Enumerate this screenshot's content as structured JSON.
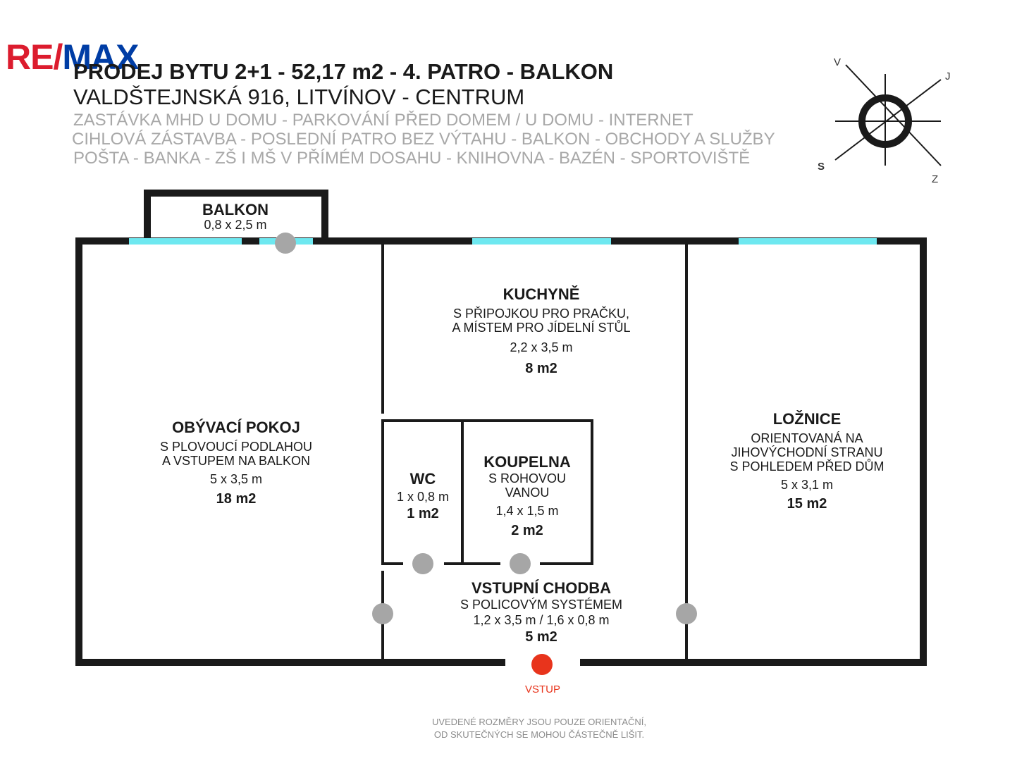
{
  "brand": {
    "logo_text": "RE/MAX",
    "primary_color": "#dc1c2e",
    "secondary_color": "#003da5"
  },
  "header": {
    "title": "PRODEJ BYTU 2+1 - 52,17 m2 - 4. PATRO - BALKON",
    "address": "VALDŠTEJNSKÁ 916, LITVÍNOV - CENTRUM",
    "features": [
      "ZASTÁVKA MHD U DOMU - PARKOVÁNÍ PŘED DOMEM / U DOMU - INTERNET",
      "CIHLOVÁ ZÁSTAVBA - POSLEDNÍ PATRO BEZ VÝTAHU - BALKON - OBCHODY A SLUŽBY",
      "POŠTA - BANKA - ZŠ I MŠ V PŘÍMÉM DOSAHU - KNIHOVNA - BAZÉN - SPORTOVIŠTĚ"
    ]
  },
  "compass": {
    "north": "S",
    "south": "J",
    "east": "V",
    "west": "Z"
  },
  "rooms": {
    "balkon": {
      "name": "BALKON",
      "dims": "0,8 x 2,5 m"
    },
    "kuchyne": {
      "name": "KUCHYNĚ",
      "desc1": "S  PŘIPOJKOU PRO PRAČKU,",
      "desc2": "A MÍSTEM PRO JÍDELNÍ STŮL",
      "dims": "2,2 x 3,5 m",
      "area": "8 m2"
    },
    "obyvaci": {
      "name": "OBÝVACÍ POKOJ",
      "desc1": "S PLOVOUCÍ PODLAHOU",
      "desc2": "A VSTUPEM NA BALKON",
      "dims": "5 x 3,5 m",
      "area": "18 m2"
    },
    "loznice": {
      "name": "LOŽNICE",
      "desc1": "ORIENTOVANÁ NA",
      "desc2": "JIHOVÝCHODNÍ STRANU",
      "desc3": "S POHLEDEM PŘED DŮM",
      "dims": "5 x 3,1 m",
      "area": "15 m2"
    },
    "wc": {
      "name": "WC",
      "dims": "1 x 0,8 m",
      "area": "1 m2"
    },
    "koupelna": {
      "name": "KOUPELNA",
      "desc1": "S ROHOVOU",
      "desc2": "VANOU",
      "dims": "1,4 x 1,5 m",
      "area": "2 m2"
    },
    "chodba": {
      "name": "VSTUPNÍ CHODBA",
      "desc1": "S POLICOVÝM SYSTÉMEM",
      "dims": "1,2 x 3,5 m / 1,6 x 0,8 m",
      "area": "5 m2"
    }
  },
  "entrance_label": "VSTUP",
  "disclaimer": [
    "UVEDENÉ ROZMĚRY JSOU POUZE ORIENTAČNÍ,",
    "OD SKUTEČNÝCH SE MOHOU ČÁSTEČNĚ LIŠIT."
  ],
  "colors": {
    "wall": "#1a1a1a",
    "window": "#6ee8f0",
    "door_marker": "#a6a6a6",
    "entrance_marker": "#e8341c"
  }
}
